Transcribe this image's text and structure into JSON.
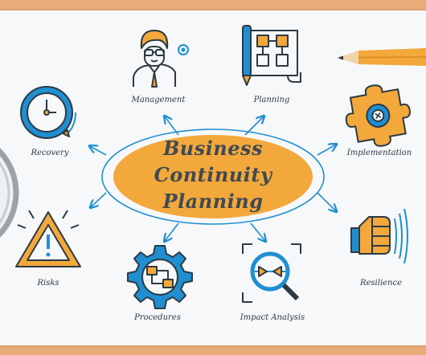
{
  "title": {
    "line1": "Business",
    "line2": "Continuity",
    "line3": "Planning"
  },
  "nodes": [
    {
      "key": "management",
      "label": "Management",
      "icon": "manager-icon"
    },
    {
      "key": "planning",
      "label": "Planning",
      "icon": "flowchart-icon"
    },
    {
      "key": "implementation",
      "label": "Implementation",
      "icon": "puzzle-gear-icon"
    },
    {
      "key": "resilience",
      "label": "Resilience",
      "icon": "fist-icon"
    },
    {
      "key": "impact",
      "label": "Impact Analysis",
      "icon": "magnifier-icon"
    },
    {
      "key": "procedures",
      "label": "Procedures",
      "icon": "gear-procedures-icon"
    },
    {
      "key": "risks",
      "label": "Risks",
      "icon": "warning-icon"
    },
    {
      "key": "recovery",
      "label": "Recovery",
      "icon": "clock-recovery-icon"
    }
  ],
  "colors": {
    "accent": "#f3a83c",
    "stroke": "#1f8fd1",
    "ink": "#2d3a44",
    "table": "#e9ab77"
  }
}
